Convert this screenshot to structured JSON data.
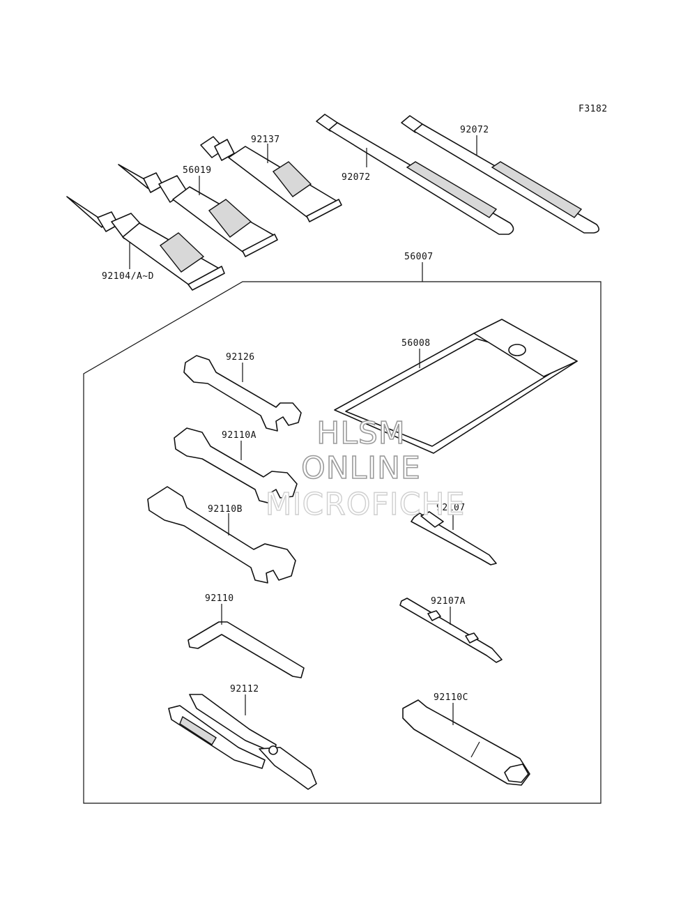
{
  "figure_code": "F3182",
  "watermark": [
    "HLSM",
    "ONLINE",
    "MICROFICHE"
  ],
  "labels": {
    "tube_92104": "92104/A~D",
    "tube_56019": "56019",
    "tube_92137": "92137",
    "strap_left": "92072",
    "strap_right": "92072",
    "kit_56007": "56007",
    "pouch_56008": "56008",
    "wrench_92126": "92126",
    "wrench_92110A": "92110A",
    "wrench_92110B": "92110B",
    "hex_key_92110": "92110",
    "pliers_92112": "92112",
    "screwdriver_92107": "92107",
    "screwdriver_92107A": "92107A",
    "socket_92110C": "92110C"
  }
}
